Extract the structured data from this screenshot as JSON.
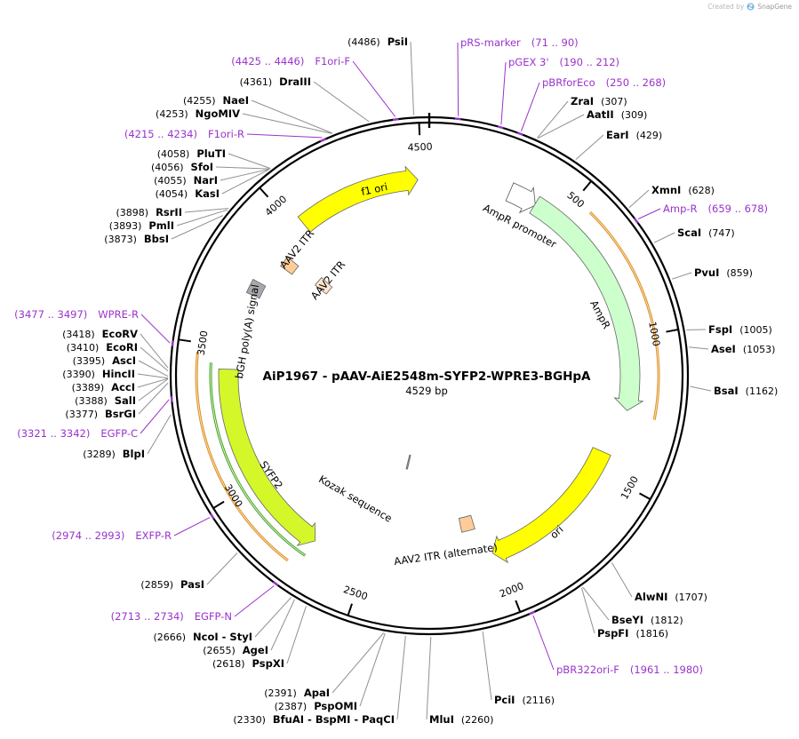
{
  "credit": {
    "prefix": "Created by",
    "brand": "SnapGene"
  },
  "plasmid": {
    "name": "AiP1967 - pAAV-AiE2548m-SYFP2-WPRE3-BGHpA",
    "length_label": "4529 bp",
    "length": 4529
  },
  "colors": {
    "primer": "#9a33cc",
    "enzyme": "#000000",
    "ori": "#ffff00",
    "ampr": "#ccffcc",
    "itr": "#ffcc99",
    "itr_light": "#ffe6cc",
    "polya": "#a6a9ae",
    "syfp2": "#d4f72a",
    "primer_bind": "#e8a13a"
  },
  "ticks": [
    {
      "bp": 500,
      "label": "500"
    },
    {
      "bp": 1000,
      "label": "1000"
    },
    {
      "bp": 1500,
      "label": "1500"
    },
    {
      "bp": 2000,
      "label": "2000"
    },
    {
      "bp": 2500,
      "label": "2500"
    },
    {
      "bp": 3000,
      "label": "3000"
    },
    {
      "bp": 3500,
      "label": "3500"
    },
    {
      "bp": 4000,
      "label": "4000"
    },
    {
      "bp": 4500,
      "label": "4500"
    }
  ],
  "features": [
    {
      "id": "f1-ori",
      "label": "f1 ori",
      "start": 4031,
      "end": 4487,
      "dir": 1,
      "color": "#ffff00",
      "type": "arrow",
      "r": 221
    },
    {
      "id": "ampr-promoter",
      "label": "AmpR promoter",
      "start": 297,
      "end": 401,
      "dir": 1,
      "color": "#ffffff",
      "type": "arrow",
      "r": 226
    },
    {
      "id": "ampr",
      "label": "AmpR",
      "start": 398,
      "end": 1258,
      "dir": 1,
      "color": "#ccffcc",
      "type": "arrow",
      "r": 226
    },
    {
      "id": "ori",
      "label": "ori",
      "start": 1430,
      "end": 2018,
      "dir": 1,
      "color": "#ffff00",
      "type": "arrow",
      "r": 212
    },
    {
      "id": "aav2-itr-alt",
      "label": "AAV2 ITR (alternate)",
      "start": 2056,
      "end": 2117,
      "color": "#ffcc99",
      "type": "box",
      "r": 172
    },
    {
      "id": "kozak",
      "label": "Kozak sequence",
      "start": 2430,
      "end": 2440,
      "color": "#999999",
      "type": "box",
      "r": 100
    },
    {
      "id": "syfp2",
      "label": "SYFP2",
      "start": 2700,
      "end": 3420,
      "dir": -1,
      "color": "#d4f72a",
      "type": "arrow",
      "r": 226
    },
    {
      "id": "bgh-polya",
      "label": "bGH poly(A) signal",
      "start": 3705,
      "end": 3758,
      "color": "#a6a9ae",
      "type": "box",
      "r": 218
    },
    {
      "id": "aav2-itr-1",
      "label": "AAV2 ITR",
      "start": 3855,
      "end": 3900,
      "color": "#ffcc99",
      "type": "box",
      "r": 200
    },
    {
      "id": "aav2-itr-2",
      "label": "AAV2 ITR",
      "start": 3880,
      "end": 3930,
      "color": "#ffe6cc",
      "type": "box",
      "r": 156
    }
  ],
  "primer_binding": [
    {
      "id": "amp-r-bind",
      "start": 560,
      "end": 1272,
      "r": 258
    },
    {
      "id": "syfp2-bind-green",
      "start": 2700,
      "end": 3440,
      "r": 246
    },
    {
      "id": "exfp-bind",
      "start": 2735,
      "end": 3470,
      "r": 262
    }
  ],
  "feature_labels": [
    {
      "text": "f1 ori"
    },
    {
      "text": "AmpR promoter"
    },
    {
      "text": "AmpR"
    },
    {
      "text": "ori"
    },
    {
      "text": "AAV2 ITR (alternate)"
    },
    {
      "text": "Kozak sequence"
    },
    {
      "text": "SYFP2"
    },
    {
      "text": "bGH poly(A) signal"
    },
    {
      "text": "AAV2 ITR"
    },
    {
      "text": "AAV2 ITR"
    }
  ],
  "enzymes": [
    {
      "name": "ZraI",
      "pos": "(307)",
      "bp": 307
    },
    {
      "name": "AatII",
      "pos": "(309)",
      "bp": 309
    },
    {
      "name": "EarI",
      "pos": "(429)",
      "bp": 429
    },
    {
      "name": "XmnI",
      "pos": "(628)",
      "bp": 628
    },
    {
      "name": "ScaI",
      "pos": "(747)",
      "bp": 747
    },
    {
      "name": "PvuI",
      "pos": "(859)",
      "bp": 859
    },
    {
      "name": "FspI",
      "pos": "(1005)",
      "bp": 1005
    },
    {
      "name": "AseI",
      "pos": "(1053)",
      "bp": 1053
    },
    {
      "name": "BsaI",
      "pos": "(1162)",
      "bp": 1162
    },
    {
      "name": "AlwNI",
      "pos": "(1707)",
      "bp": 1707
    },
    {
      "name": "BseYI",
      "pos": "(1812)",
      "bp": 1812
    },
    {
      "name": "PspFI",
      "pos": "(1816)",
      "bp": 1816
    },
    {
      "name": "PciI",
      "pos": "(2116)",
      "bp": 2116
    },
    {
      "name": "MluI",
      "pos": "(2260)",
      "bp": 2260
    },
    {
      "name": "BfuAI - BspMI - PaqCI",
      "pos": "(2330)",
      "bp": 2330
    },
    {
      "name": "PspOMI",
      "pos": "(2387)",
      "bp": 2387
    },
    {
      "name": "ApaI",
      "pos": "(2391)",
      "bp": 2391
    },
    {
      "name": "PspXI",
      "pos": "(2618)",
      "bp": 2618
    },
    {
      "name": "AgeI",
      "pos": "(2655)",
      "bp": 2655
    },
    {
      "name": "NcoI - StyI",
      "pos": "(2666)",
      "bp": 2666
    },
    {
      "name": "PasI",
      "pos": "(2859)",
      "bp": 2859
    },
    {
      "name": "BlpI",
      "pos": "(3289)",
      "bp": 3289
    },
    {
      "name": "BsrGI",
      "pos": "(3377)",
      "bp": 3377
    },
    {
      "name": "SalI",
      "pos": "(3388)",
      "bp": 3388
    },
    {
      "name": "AccI",
      "pos": "(3389)",
      "bp": 3389
    },
    {
      "name": "HincII",
      "pos": "(3390)",
      "bp": 3390
    },
    {
      "name": "AscI",
      "pos": "(3395)",
      "bp": 3395
    },
    {
      "name": "EcoRI",
      "pos": "(3410)",
      "bp": 3410
    },
    {
      "name": "EcoRV",
      "pos": "(3418)",
      "bp": 3418
    },
    {
      "name": "BbsI",
      "pos": "(3873)",
      "bp": 3873
    },
    {
      "name": "PmlI",
      "pos": "(3893)",
      "bp": 3893
    },
    {
      "name": "RsrII",
      "pos": "(3898)",
      "bp": 3898
    },
    {
      "name": "KasI",
      "pos": "(4054)",
      "bp": 4054
    },
    {
      "name": "NarI",
      "pos": "(4055)",
      "bp": 4055
    },
    {
      "name": "SfoI",
      "pos": "(4056)",
      "bp": 4056
    },
    {
      "name": "PluTI",
      "pos": "(4058)",
      "bp": 4058
    },
    {
      "name": "NgoMIV",
      "pos": "(4253)",
      "bp": 4253
    },
    {
      "name": "NaeI",
      "pos": "(4255)",
      "bp": 4255
    },
    {
      "name": "DraIII",
      "pos": "(4361)",
      "bp": 4361
    },
    {
      "name": "PsiI",
      "pos": "(4486)",
      "bp": 4486
    }
  ],
  "primers": [
    {
      "name": "pRS-marker",
      "range": "(71 .. 90)",
      "bp": 80
    },
    {
      "name": "pGEX 3'",
      "range": "(190 .. 212)",
      "bp": 201
    },
    {
      "name": "pBRforEco",
      "range": "(250 .. 268)",
      "bp": 259
    },
    {
      "name": "Amp-R",
      "range": "(659 .. 678)",
      "bp": 668
    },
    {
      "name": "pBR322ori-F",
      "range": "(1961 .. 1980)",
      "bp": 1970
    },
    {
      "name": "EGFP-N",
      "range": "(2713 .. 2734)",
      "bp": 2723
    },
    {
      "name": "EXFP-R",
      "range": "(2974 .. 2993)",
      "bp": 2983
    },
    {
      "name": "EGFP-C",
      "range": "(3321 .. 3342)",
      "bp": 3331
    },
    {
      "name": "WPRE-R",
      "range": "(3477 .. 3497)",
      "bp": 3487
    },
    {
      "name": "F1ori-R",
      "range": "(4215 .. 4234)",
      "bp": 4224
    },
    {
      "name": "F1ori-F",
      "range": "(4425 .. 4446)",
      "bp": 4435
    }
  ]
}
